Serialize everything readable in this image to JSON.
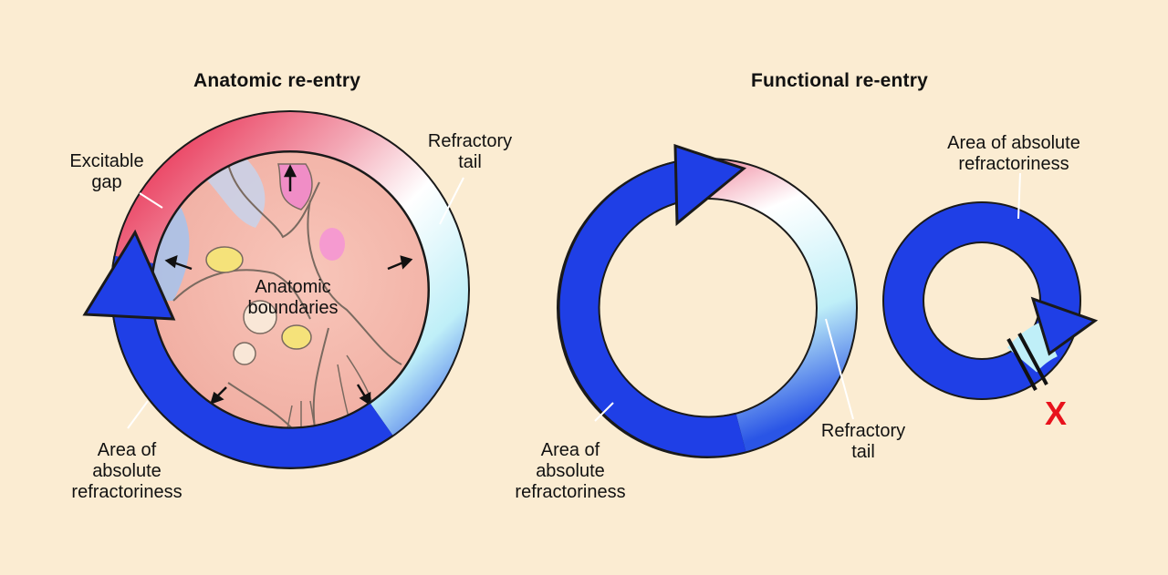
{
  "anatomic": {
    "title": "Anatomic re-entry",
    "labels": {
      "excitable_gap": "Excitable\ngap",
      "refractory_tail": "Refractory\ntail",
      "boundaries": "Anatomic\nboundaries",
      "absolute": "Area of\nabsolute\nrefractoriness"
    }
  },
  "functional": {
    "title": "Functional re-entry",
    "labels": {
      "absolute_left": "Area of\nabsolute\nrefractoriness",
      "refractory_tail": "Refractory\ntail",
      "absolute_right": "Area of absolute\nrefractoriness",
      "block_mark": "X"
    }
  },
  "colors": {
    "background": "#fbecd2",
    "refractory_blue": "#1f3fe6",
    "excitable_red": "#e8254a",
    "tail_cyan": "#bfeff8",
    "tissue_pink": "#f7c2b6",
    "block_red": "#e8121c"
  }
}
